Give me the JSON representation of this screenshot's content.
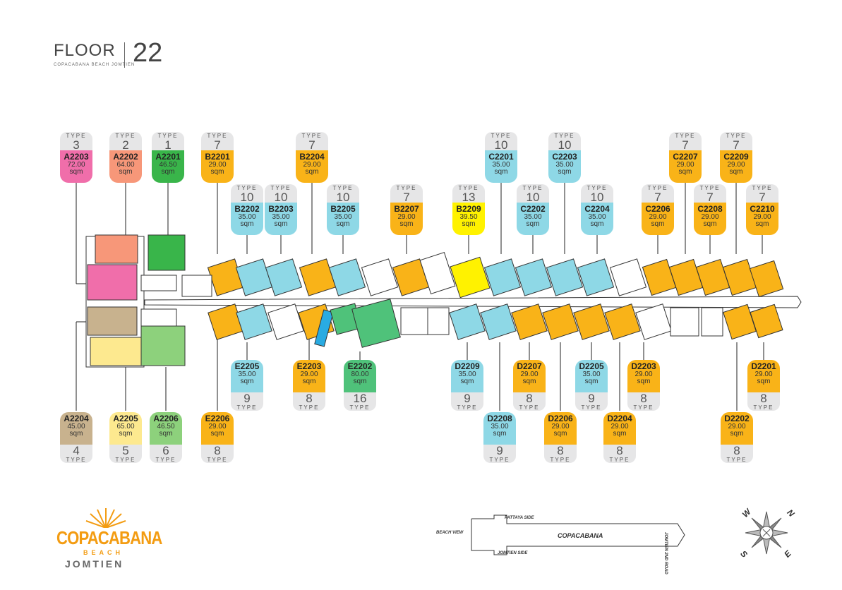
{
  "header": {
    "floor_word": "FLOOR",
    "floor_number": "22",
    "subtitle": "COPACABANA BEACH JOMTIEN"
  },
  "type_word": "TYPE",
  "sqm_word": "sqm",
  "colors": {
    "blue": "#8ed8e6",
    "orange": "#f9b318",
    "yellow": "#fff200",
    "pink": "#f06eaa",
    "salmon": "#f79779",
    "green": "#39b54a",
    "tan": "#c8b28e",
    "lightyellow": "#fde98f",
    "lightgreen": "#8dd17c",
    "mint": "#4fc27a"
  },
  "units": [
    {
      "code": "A2203",
      "size": "72.00",
      "type": "3",
      "color": "pink"
    },
    {
      "code": "A2202",
      "size": "64.00",
      "type": "2",
      "color": "salmon"
    },
    {
      "code": "A2201",
      "size": "46.50",
      "type": "1",
      "color": "green"
    },
    {
      "code": "B2201",
      "size": "29.00",
      "type": "7",
      "color": "orange"
    },
    {
      "code": "B2202",
      "size": "35.00",
      "type": "10",
      "color": "blue"
    },
    {
      "code": "B2203",
      "size": "35.00",
      "type": "10",
      "color": "blue"
    },
    {
      "code": "B2204",
      "size": "29.00",
      "type": "7",
      "color": "orange"
    },
    {
      "code": "B2205",
      "size": "35.00",
      "type": "10",
      "color": "blue"
    },
    {
      "code": "B2207",
      "size": "29.00",
      "type": "7",
      "color": "orange"
    },
    {
      "code": "B2209",
      "size": "39.50",
      "type": "13",
      "color": "yellow"
    },
    {
      "code": "C2201",
      "size": "35.00",
      "type": "10",
      "color": "blue"
    },
    {
      "code": "C2202",
      "size": "35.00",
      "type": "10",
      "color": "blue"
    },
    {
      "code": "C2203",
      "size": "35.00",
      "type": "10",
      "color": "blue"
    },
    {
      "code": "C2204",
      "size": "35.00",
      "type": "10",
      "color": "blue"
    },
    {
      "code": "C2206",
      "size": "29.00",
      "type": "7",
      "color": "orange"
    },
    {
      "code": "C2207",
      "size": "29.00",
      "type": "7",
      "color": "orange"
    },
    {
      "code": "C2208",
      "size": "29.00",
      "type": "7",
      "color": "orange"
    },
    {
      "code": "C2209",
      "size": "29.00",
      "type": "7",
      "color": "orange"
    },
    {
      "code": "C2210",
      "size": "29.00",
      "type": "7",
      "color": "orange"
    },
    {
      "code": "E2205",
      "size": "35.00",
      "type": "9",
      "color": "blue"
    },
    {
      "code": "E2203",
      "size": "29.00",
      "type": "8",
      "color": "orange"
    },
    {
      "code": "E2202",
      "size": "80.00",
      "type": "16",
      "color": "mint"
    },
    {
      "code": "D2209",
      "size": "35.00",
      "type": "9",
      "color": "blue"
    },
    {
      "code": "D2207",
      "size": "29.00",
      "type": "8",
      "color": "orange"
    },
    {
      "code": "D2205",
      "size": "35.00",
      "type": "9",
      "color": "blue"
    },
    {
      "code": "D2203",
      "size": "29.00",
      "type": "8",
      "color": "orange"
    },
    {
      "code": "D2201",
      "size": "29.00",
      "type": "8",
      "color": "orange"
    },
    {
      "code": "A2204",
      "size": "45.00",
      "type": "4",
      "color": "tan"
    },
    {
      "code": "A2205",
      "size": "65.00",
      "type": "5",
      "color": "lightyellow"
    },
    {
      "code": "A2206",
      "size": "46.50",
      "type": "6",
      "color": "lightgreen"
    },
    {
      "code": "E2206",
      "size": "29.00",
      "type": "8",
      "color": "orange"
    },
    {
      "code": "D2208",
      "size": "35.00",
      "type": "9",
      "color": "blue"
    },
    {
      "code": "D2206",
      "size": "29.00",
      "type": "8",
      "color": "orange"
    },
    {
      "code": "D2204",
      "size": "29.00",
      "type": "8",
      "color": "orange"
    },
    {
      "code": "D2202",
      "size": "29.00",
      "type": "8",
      "color": "orange"
    }
  ],
  "logo": {
    "main": "COPACABANA",
    "sub1": "BEACH",
    "sub2": "JOMTIEN"
  },
  "site_map": {
    "top_side": "PATTAYA SIDE",
    "bottom_side": "JOMTIEN SIDE",
    "left_side": "BEACH VIEW",
    "center": "COPACABANA",
    "road": "JOMTIEN 2ND ROAD"
  },
  "compass": {
    "n": "N",
    "s": "S",
    "e": "E",
    "w": "W"
  }
}
